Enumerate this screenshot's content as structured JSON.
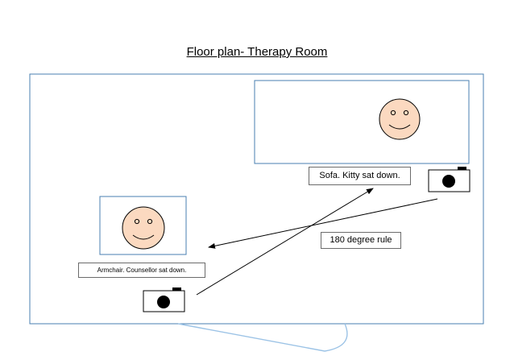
{
  "title": "Floor plan- Therapy Room",
  "labels": {
    "sofa": "Sofa. Kitty sat down.",
    "rule": "180 degree rule",
    "armchair": "Armchair. Counsellor sat down."
  },
  "colors": {
    "outline_blue": "#4a7fb0",
    "face_fill": "#fbd9c0",
    "door_arc": "#9cc3e6",
    "line": "#000000"
  },
  "icons": [
    "smiley-face-icon",
    "camera-icon"
  ]
}
